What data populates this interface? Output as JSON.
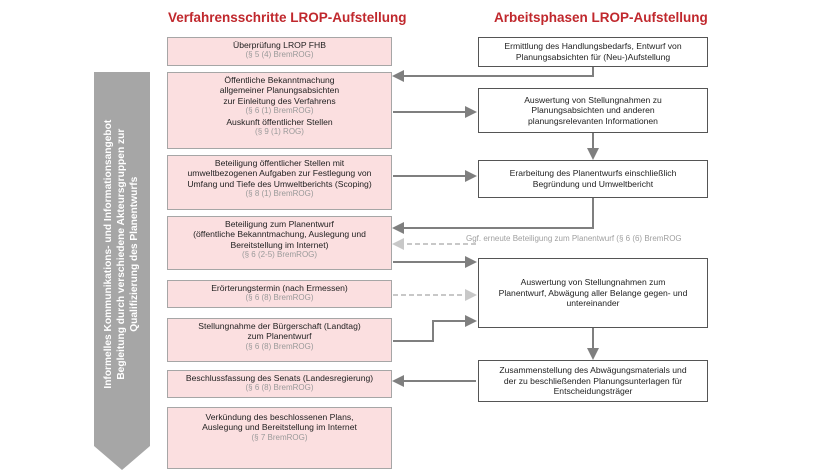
{
  "headers": {
    "left": "Verfahrensschritte LROP-Aufstellung",
    "right": "Arbeitsphasen LROP-Aufstellung"
  },
  "side_banner": {
    "line1": "Informelles Kommunikations- und Informationsangebot",
    "line2": "Begleitung durch verschiedene Akteursgruppen zur",
    "line3": "Qualifizierung des Planentwurfs"
  },
  "procedure_steps": [
    {
      "lines": [
        "Überprüfung LROP FHB"
      ],
      "ref": "(§ 5 (4) BremROG)"
    },
    {
      "lines": [
        "Öffentliche Bekanntmachung",
        "allgemeiner Planungsabsichten",
        "zur Einleitung des Verfahrens"
      ],
      "ref": "(§ 6 (1) BremROG)",
      "lines2": [
        "Auskunft öffentlicher Stellen"
      ],
      "ref2": "(§ 9 (1) ROG)"
    },
    {
      "lines": [
        "Beteiligung öffentlicher Stellen mit",
        "umweltbezogenen Aufgaben zur Festlegung von",
        "Umfang und Tiefe des Umweltberichts (Scoping)"
      ],
      "ref": "(§ 8 (1) BremROG)"
    },
    {
      "lines": [
        "Beteiligung zum Planentwurf",
        "(öffentliche Bekanntmachung, Auslegung und",
        "Bereitstellung im Internet)"
      ],
      "ref": "(§ 6 (2-5) BremROG)"
    },
    {
      "lines": [
        "Erörterungstermin (nach Ermessen)"
      ],
      "ref": "(§ 6 (8) BremROG)"
    },
    {
      "lines": [
        "Stellungnahme der Bürgerschaft (Landtag)",
        "zum Planentwurf"
      ],
      "ref": "(§ 6 (8) BremROG)"
    },
    {
      "lines": [
        "Beschlussfassung des Senats (Landesregierung)"
      ],
      "ref": "(§ 6 (8) BremROG)"
    },
    {
      "lines": [
        "Verkündung des beschlossenen Plans,",
        "Auslegung und Bereitstellung im Internet"
      ],
      "ref": "(§ 7 BremROG)"
    }
  ],
  "work_phases": [
    [
      "Ermittlung des Handlungsbedarfs, Entwurf von",
      "Planungsabsichten für (Neu-)Aufstellung"
    ],
    [
      "Auswertung von Stellungnahmen zu",
      "Planungsabsichten und anderen",
      "planungsrelevanten Informationen"
    ],
    [
      "Erarbeitung des Planentwurfs einschließlich",
      "Begründung und Umweltbericht"
    ],
    [
      "Auswertung von Stellungnahmen zum",
      "Planentwurf, Abwägung aller Belange gegen- und",
      "untereinander"
    ],
    [
      "Zusammenstellung des Abwägungsmaterials und",
      "der zu beschließenden Planungsunterlagen für",
      "Entscheidungsträger"
    ]
  ],
  "note": "Ggf. erneute Beteiligung zum Planentwurf (§ 6 (6) BremROG",
  "colors": {
    "header": "#c0282d",
    "left_box_fill": "#fbdfe0",
    "banner": "#a6a6a6",
    "arrow": "#7f7f7f",
    "dashed_arrow": "#c8c8c8"
  }
}
